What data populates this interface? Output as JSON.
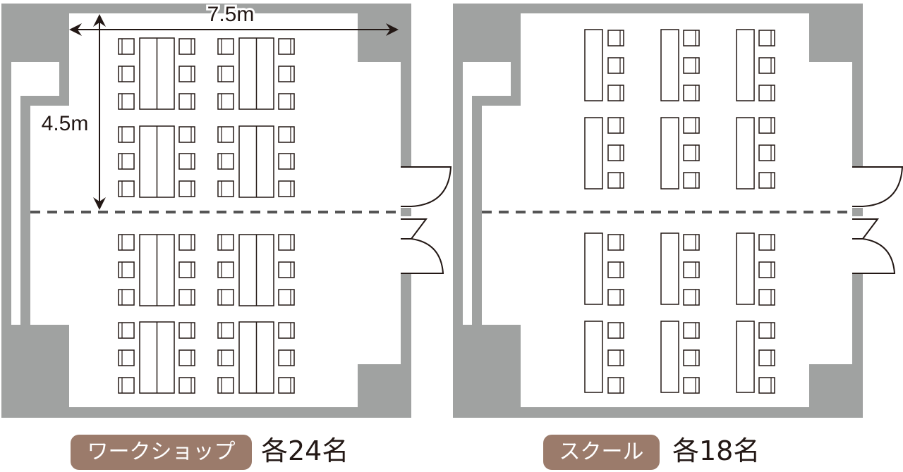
{
  "colors": {
    "wall": "#a0a2a1",
    "line": "#231815",
    "partition": "#555555",
    "badge": "#9b7b6b"
  },
  "dimensions": {
    "width_label": "7.5m",
    "depth_label": "4.5m"
  },
  "layouts": [
    {
      "name": "ワークショップ",
      "capacity": "各24名",
      "style": "workshop"
    },
    {
      "name": "スクール",
      "capacity": "各18名",
      "style": "school"
    }
  ]
}
